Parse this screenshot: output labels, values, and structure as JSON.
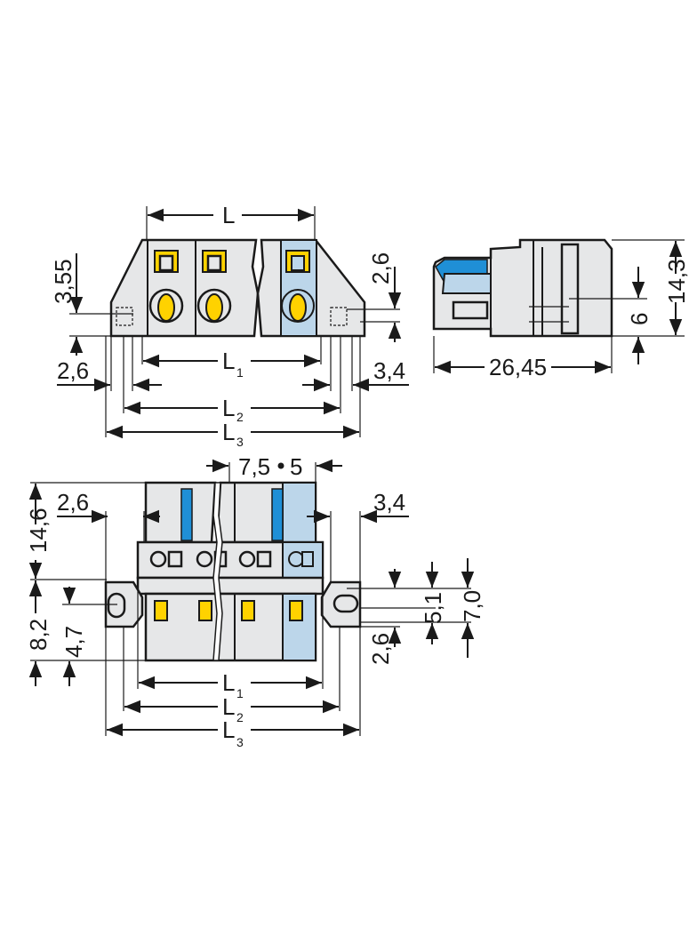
{
  "top_view": {
    "dim_L": "L",
    "dim_L1": "L",
    "dim_L1_sub": "1",
    "dim_L2": "L",
    "dim_L2_sub": "2",
    "dim_L3": "L",
    "dim_L3_sub": "3",
    "dim_left_offset": "2,6",
    "dim_right_offset": "3,4",
    "dim_height_left": "3,55",
    "dim_height_right": "2,6"
  },
  "side_view": {
    "dim_length": "26,45",
    "dim_height": "14,3",
    "dim_mid": "6"
  },
  "front_view": {
    "dim_pitch_a": "7,5",
    "dim_pitch_b": "5",
    "dim_left_offset": "2,6",
    "dim_right_offset": "3,4",
    "dim_height_top": "14,6",
    "dim_height_bottom": "8,2",
    "dim_height_inner": "4,7",
    "dim_right_a": "5,1",
    "dim_right_b": "7,0",
    "dim_right_c": "2,6",
    "dim_L1": "L",
    "dim_L1_sub": "1",
    "dim_L2": "L",
    "dim_L2_sub": "2",
    "dim_L3": "L",
    "dim_L3_sub": "3"
  },
  "colors": {
    "housing": "#e6e7e8",
    "clamp_yellow": "#ffd200",
    "accent_blue": "#1f8fd6",
    "light_blue": "#bcd6ea"
  }
}
